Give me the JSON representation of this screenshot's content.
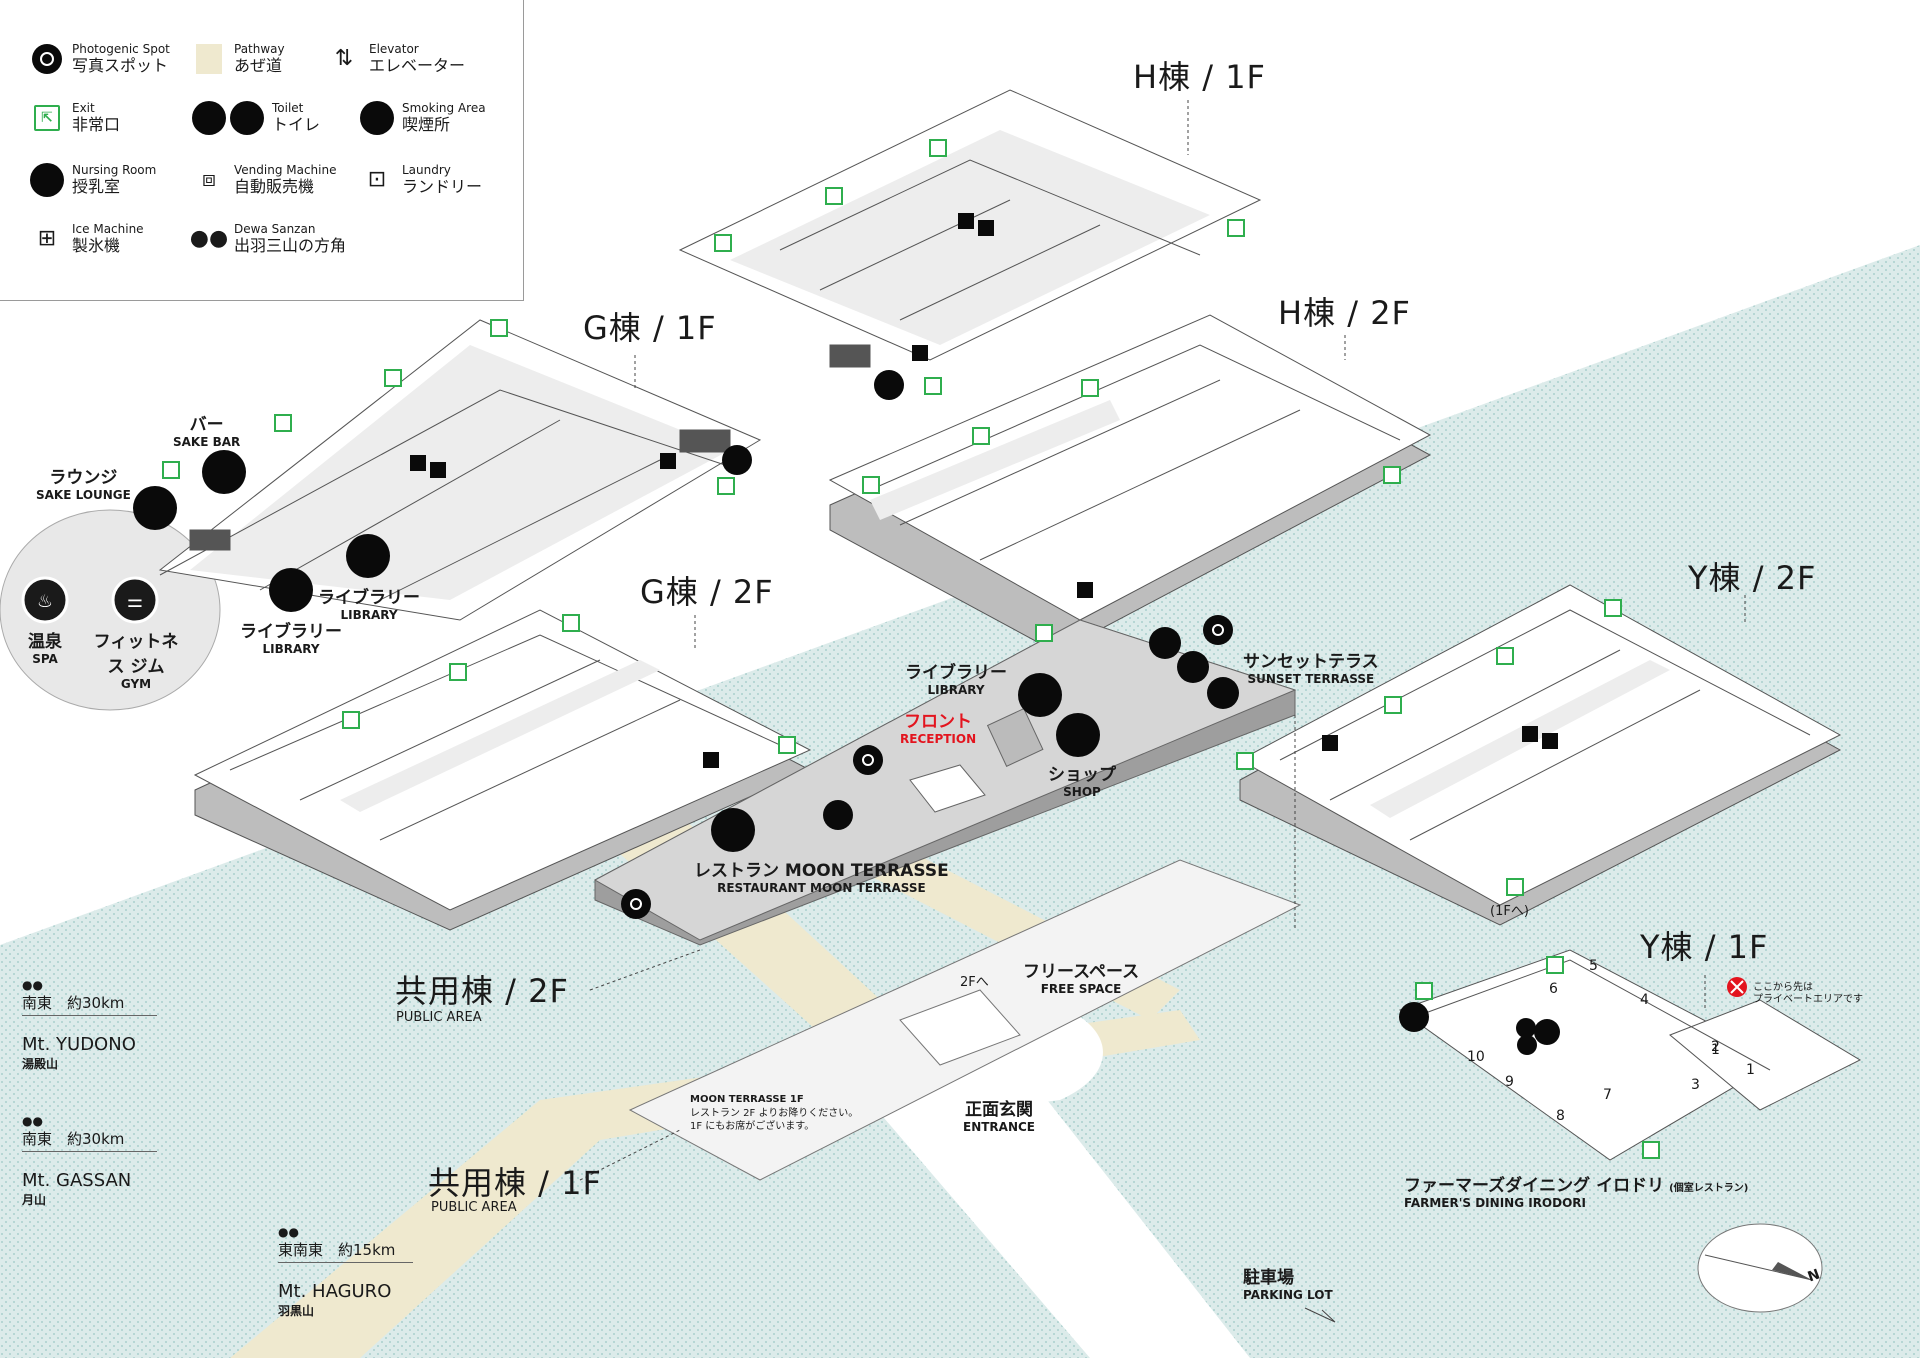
{
  "legend": {
    "items": [
      {
        "en": "Photogenic Spot",
        "jp": "写真スポット",
        "icon": "camera-icon"
      },
      {
        "en": "Pathway",
        "jp": "あぜ道",
        "icon": "pathway-swatch"
      },
      {
        "en": "Elevator",
        "jp": "エレベーター",
        "icon": "elevator-icon"
      },
      {
        "en": "Exit",
        "jp": "非常口",
        "icon": "exit-icon"
      },
      {
        "en": "Toilet",
        "jp": "トイレ",
        "icon": "toilet-icon"
      },
      {
        "en": "Smoking Area",
        "jp": "喫煙所",
        "icon": "smoking-icon"
      },
      {
        "en": "Nursing Room",
        "jp": "授乳室",
        "icon": "nursing-room-icon"
      },
      {
        "en": "Vending Machine",
        "jp": "自動販売機",
        "icon": "vending-machine-icon"
      },
      {
        "en": "Laundry",
        "jp": "ランドリー",
        "icon": "laundry-icon"
      },
      {
        "en": "Ice Machine",
        "jp": "製氷機",
        "icon": "ice-machine-icon"
      },
      {
        "en": "Dewa Sanzan",
        "jp": "出羽三山の方角",
        "icon": "binoculars-icon"
      }
    ]
  },
  "buildings": {
    "h1f": "H棟 / 1F",
    "h2f": "H棟 / 2F",
    "g1f": "G棟 / 1F",
    "g2f": "G棟 / 2F",
    "y2f": "Y棟 / 2F",
    "y1f": "Y棟 / 1F",
    "public2f": "共用棟 / 2F",
    "public2f_en": "PUBLIC AREA",
    "public1f": "共用棟 / 1F",
    "public1f_en": "PUBLIC AREA"
  },
  "facilities": {
    "bar_jp": "バー",
    "bar_en": "SAKE BAR",
    "lounge_jp": "ラウンジ",
    "lounge_en": "SAKE LOUNGE",
    "spa_jp": "温泉",
    "spa_en": "SPA",
    "gym_jp": "フィットネス ジム",
    "gym_en": "GYM",
    "lib1_jp": "ライブラリー",
    "lib1_en": "LIBRARY",
    "lib2_jp": "ライブラリー",
    "lib2_en": "LIBRARY",
    "lib3_jp": "ライブラリー",
    "lib3_en": "LIBRARY",
    "reception_jp": "フロント",
    "reception_en": "RECEPTION",
    "shop_jp": "ショップ",
    "shop_en": "SHOP",
    "sunset_jp": "サンセットテラス",
    "sunset_en": "SUNSET TERRASSE",
    "restaurant_jp": "レストラン MOON TERRASSE",
    "restaurant_en": "RESTAURANT MOON TERRASSE",
    "freespace_jp": "フリースペース",
    "freespace_en": "FREE SPACE",
    "stairs_up": "2Fへ",
    "entrance_jp": "正面玄関",
    "entrance_en": "ENTRANCE",
    "parking_jp": "駐車場",
    "parking_en": "PARKING LOT",
    "farmers_jp": "ファーマーズダイニング イロドリ",
    "farmers_sub": "(個室レストラン)",
    "farmers_en": "FARMER'S DINING IRODORI",
    "private_note1": "ここから先は",
    "private_note2": "プライベートエリアです",
    "to1f": "(1Fへ)",
    "moon1f_title": "MOON TERRASSE 1F",
    "moon1f_line1": "レストラン 2F よりお降りください。",
    "moon1f_line2": "1F にもお席がございます。"
  },
  "room_numbers": [
    "1",
    "2",
    "3",
    "4",
    "5",
    "6",
    "7",
    "8",
    "9",
    "10"
  ],
  "mountains": [
    {
      "dir": "南東　約30km",
      "en": "Mt. YUDONO",
      "jp": "湯殿山"
    },
    {
      "dir": "南東　約30km",
      "en": "Mt. GASSAN",
      "jp": "月山"
    },
    {
      "dir": "東南東　約15km",
      "en": "Mt. HAGURO",
      "jp": "羽黒山"
    }
  ],
  "compass": "N",
  "colors": {
    "exit": "#2fae4e",
    "water": "#dbeceb",
    "path": "#efe9cf",
    "floor": "#dcdcdc",
    "accent_red": "#e3141e"
  }
}
